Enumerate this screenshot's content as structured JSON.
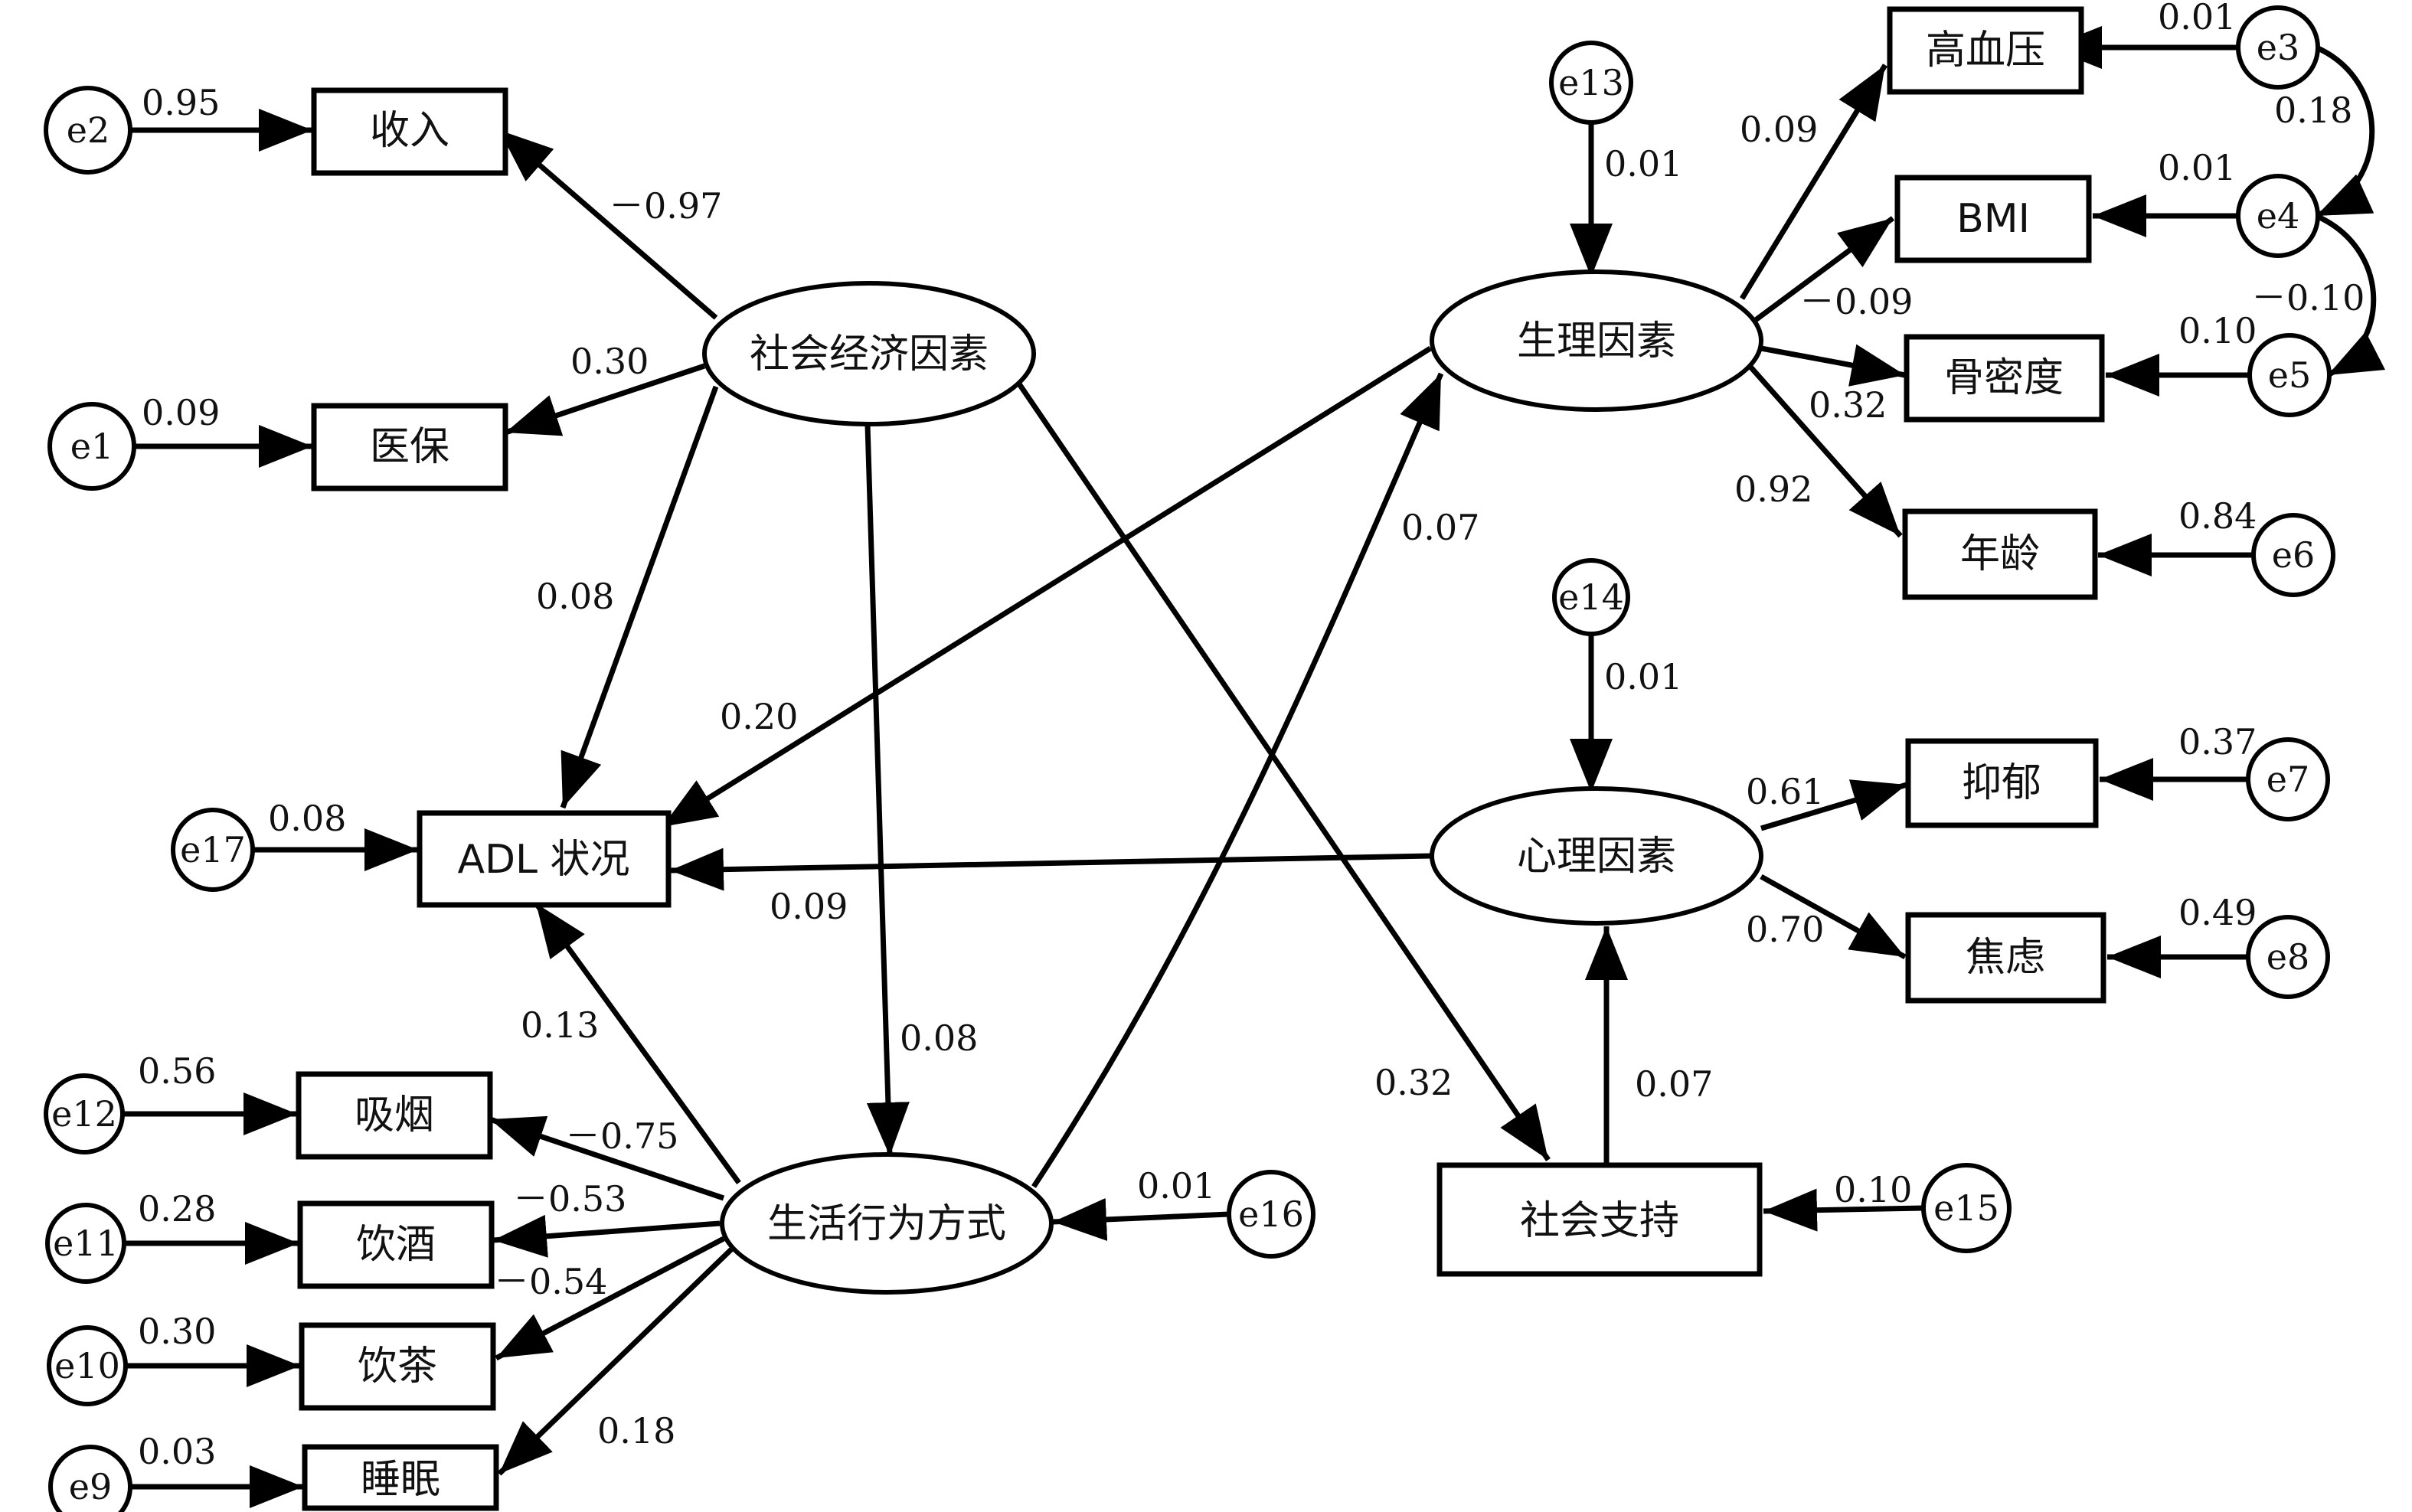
{
  "nodes": {
    "income": "收入",
    "insurance": "医保",
    "socio": "社会经济因素",
    "adl": "ADL 状况",
    "lifestyle": "生活行为方式",
    "smoking": "吸烟",
    "drinking": "饮酒",
    "tea": "饮茶",
    "sleep": "睡眠",
    "physio": "生理因素",
    "hypertension": "高血压",
    "bmi": "BMI",
    "bone": "骨密度",
    "age": "年龄",
    "psych": "心理因素",
    "depression": "抑郁",
    "anxiety": "焦虑",
    "support": "社会支持"
  },
  "errors": {
    "e1": "e1",
    "e2": "e2",
    "e3": "e3",
    "e4": "e4",
    "e5": "e5",
    "e6": "e6",
    "e7": "e7",
    "e8": "e8",
    "e9": "e9",
    "e10": "e10",
    "e11": "e11",
    "e12": "e12",
    "e13": "e13",
    "e14": "e14",
    "e15": "e15",
    "e16": "e16",
    "e17": "e17"
  },
  "coefficients": {
    "e2_income": "0.95",
    "e1_insurance": "0.09",
    "socio_income": "－0.97",
    "socio_insurance": "0.30",
    "socio_adl": "0.08",
    "physio_adl": "0.20",
    "e17_adl": "0.08",
    "psych_adl": "0.09",
    "lifestyle_adl": "0.13",
    "socio_lifestyle": "0.08",
    "lifestyle_physio": "0.07",
    "socio_support": "0.32",
    "e12_smoking": "0.56",
    "e11_drinking": "0.28",
    "e10_tea": "0.30",
    "e9_sleep": "0.03",
    "lifestyle_smoking": "－0.75",
    "lifestyle_drinking": "－0.53",
    "lifestyle_tea": "－0.54",
    "lifestyle_sleep": "0.18",
    "e16_lifestyle": "0.01",
    "e13_physio": "0.01",
    "physio_hypertension": "0.09",
    "physio_bmi": "－0.09",
    "physio_bone": "0.32",
    "physio_age": "0.92",
    "e3_hypertension": "0.01",
    "e4_bmi": "0.01",
    "e5_bone": "0.10",
    "e6_age": "0.84",
    "e3_e4": "0.18",
    "e4_e5": "－0.10",
    "e14_psych": "0.01",
    "psych_depression": "0.61",
    "psych_anxiety": "0.70",
    "e7_depression": "0.37",
    "e8_anxiety": "0.49",
    "support_psych": "0.07",
    "e15_support": "0.10"
  }
}
